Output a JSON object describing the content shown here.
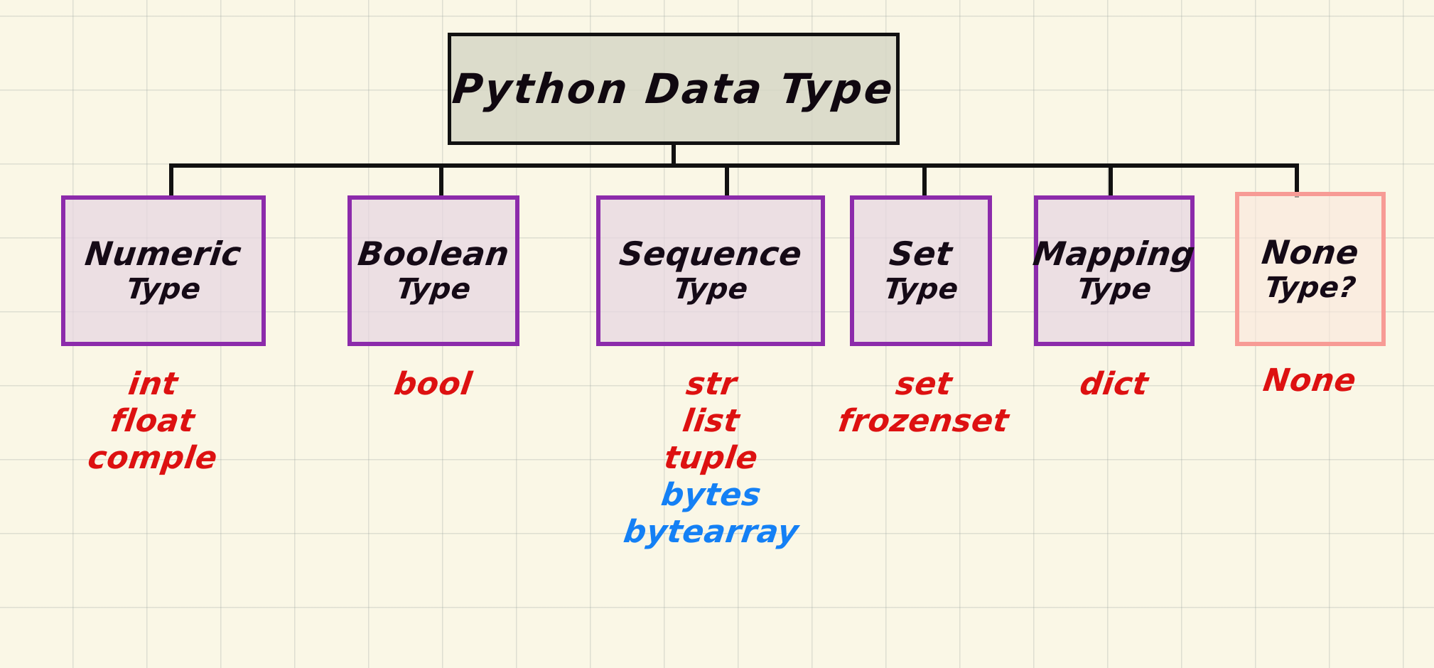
{
  "diagram": {
    "title": "Python Data Type",
    "root": {
      "label": "Python Data Type",
      "border_color": "#111111",
      "fill_color": "#d4d4c4"
    },
    "palette": {
      "background": "#faf7e6",
      "grid_line": "#96a09b",
      "node_border_purple": "#8c2bab",
      "node_fill_purple": "#e6d5e2",
      "node_border_pink": "#f79b95",
      "node_fill_pink": "#fae6dc",
      "connector": "#111111",
      "leaf_red": "#dd1111",
      "leaf_blue": "#1480f5",
      "node_text": "#150a16"
    },
    "categories": [
      {
        "id": "numeric",
        "line1": "Numeric",
        "line2": "Type",
        "variant": "purple",
        "leaves": [
          {
            "text": "int",
            "color": "red"
          },
          {
            "text": "float",
            "color": "red"
          },
          {
            "text": "comple",
            "color": "red"
          }
        ]
      },
      {
        "id": "boolean",
        "line1": "Boolean",
        "line2": "Type",
        "variant": "purple",
        "leaves": [
          {
            "text": "bool",
            "color": "red"
          }
        ]
      },
      {
        "id": "sequence",
        "line1": "Sequence",
        "line2": "Type",
        "variant": "purple",
        "leaves": [
          {
            "text": "str",
            "color": "red"
          },
          {
            "text": "list",
            "color": "red"
          },
          {
            "text": "tuple",
            "color": "red"
          },
          {
            "text": "bytes",
            "color": "blue"
          },
          {
            "text": "bytearray",
            "color": "blue"
          }
        ]
      },
      {
        "id": "set",
        "line1": "Set",
        "line2": "Type",
        "variant": "purple",
        "leaves": [
          {
            "text": "set",
            "color": "red"
          },
          {
            "text": "frozenset",
            "color": "red"
          }
        ]
      },
      {
        "id": "mapping",
        "line1": "Mapping",
        "line2": "Type",
        "variant": "purple",
        "leaves": [
          {
            "text": "dict",
            "color": "red"
          }
        ]
      },
      {
        "id": "none",
        "line1": "None",
        "line2": "Type?",
        "variant": "pink",
        "leaves": [
          {
            "text": "None",
            "color": "red"
          }
        ]
      }
    ]
  }
}
